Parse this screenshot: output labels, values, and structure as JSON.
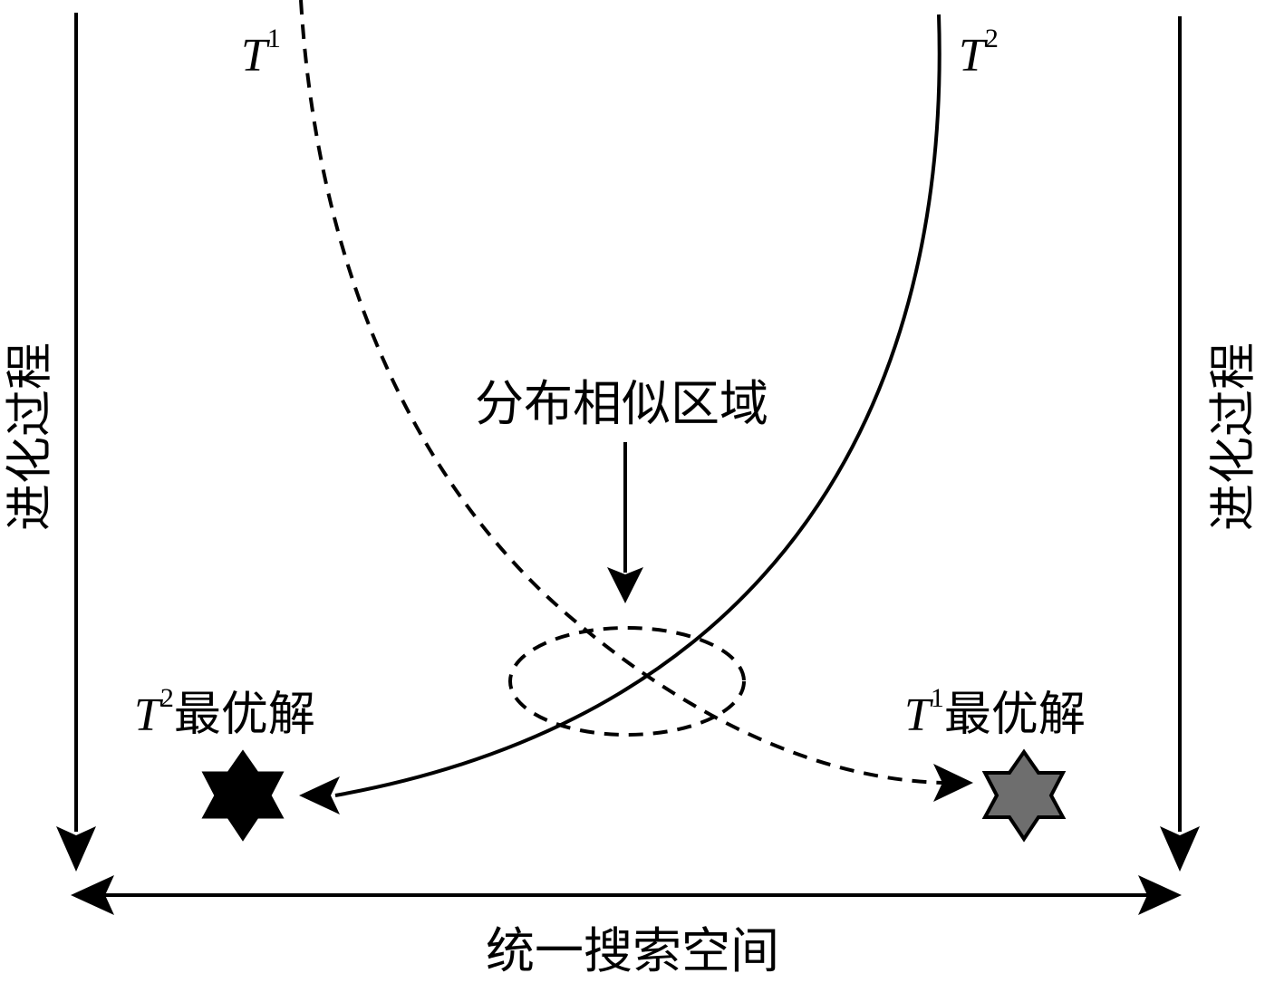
{
  "trajectories": {
    "t1": {
      "symbol": "T",
      "sup": "1",
      "style": "dashed"
    },
    "t2": {
      "symbol": "T",
      "sup": "2",
      "style": "solid"
    }
  },
  "left_axis_label": "进化过程",
  "right_axis_label": "进化过程",
  "bottom_axis_label": "统一搜索空间",
  "similar_region_label": "分布相似区域",
  "optima": {
    "t2": {
      "symbol": "T",
      "sup": "2",
      "suffix": "最优解",
      "fill": "#000000"
    },
    "t1": {
      "symbol": "T",
      "sup": "1",
      "suffix": "最优解",
      "fill": "#6e6e6e"
    }
  },
  "colors": {
    "ink": "#000000",
    "star_gray": "#6e6e6e"
  }
}
